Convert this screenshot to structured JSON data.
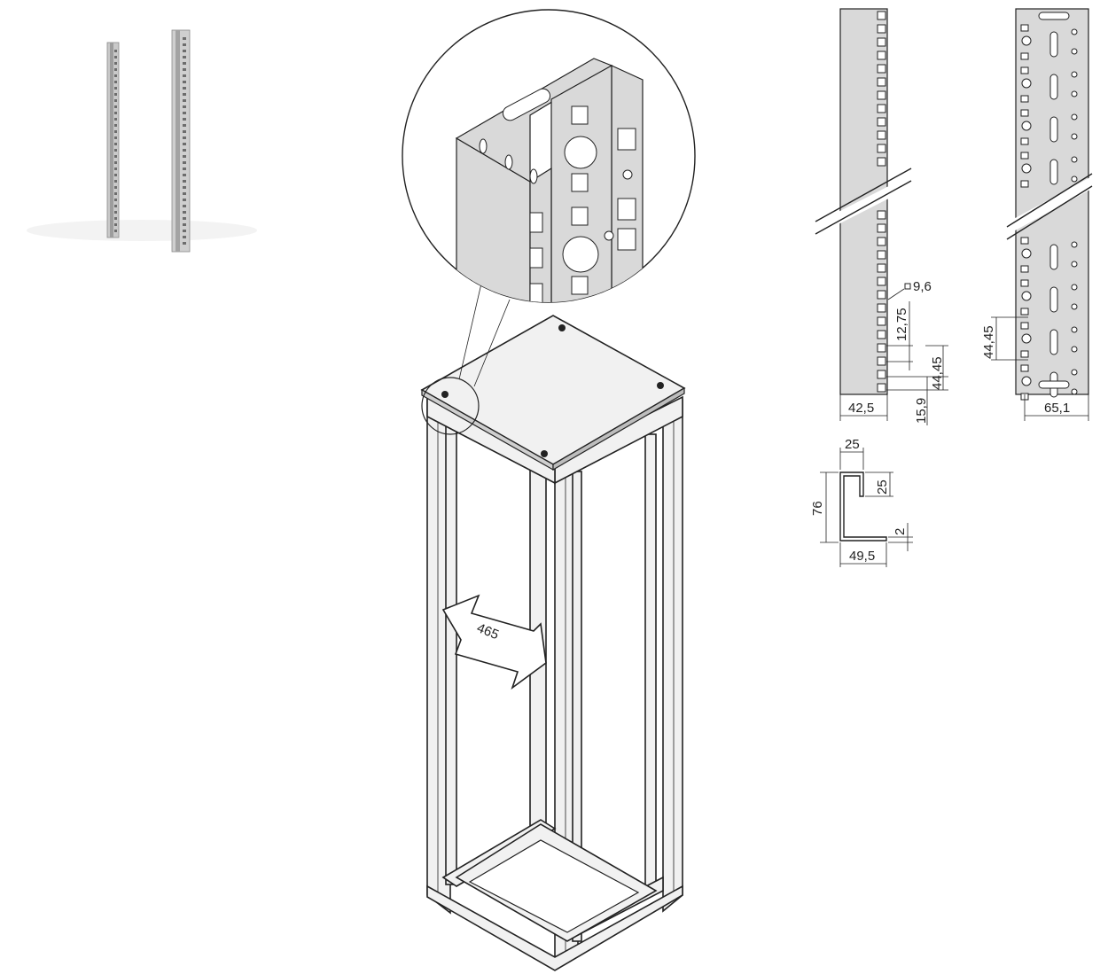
{
  "figure": {
    "bg_color": "#ffffff",
    "metal_color": "#d9d9d9",
    "line_color": "#222222",
    "photo": {
      "kind": "photo-of-rack-rails",
      "count": 2
    },
    "rack": {
      "depth_label": "465"
    },
    "detail_circle": {
      "kind": "zoomed-corner-view"
    },
    "front_rail_dims": {
      "hole_size": "9,6",
      "hole_pitch": "12,75",
      "unit_pitch": "44,45",
      "offset": "15,9",
      "width": "42,5"
    },
    "side_rail_dims": {
      "unit_pitch": "44,45",
      "width": "65,1"
    },
    "profile_dims": {
      "top_flange": "25",
      "return_height": "25",
      "height": "76",
      "thickness": "2",
      "bottom_width": "49,5"
    }
  }
}
